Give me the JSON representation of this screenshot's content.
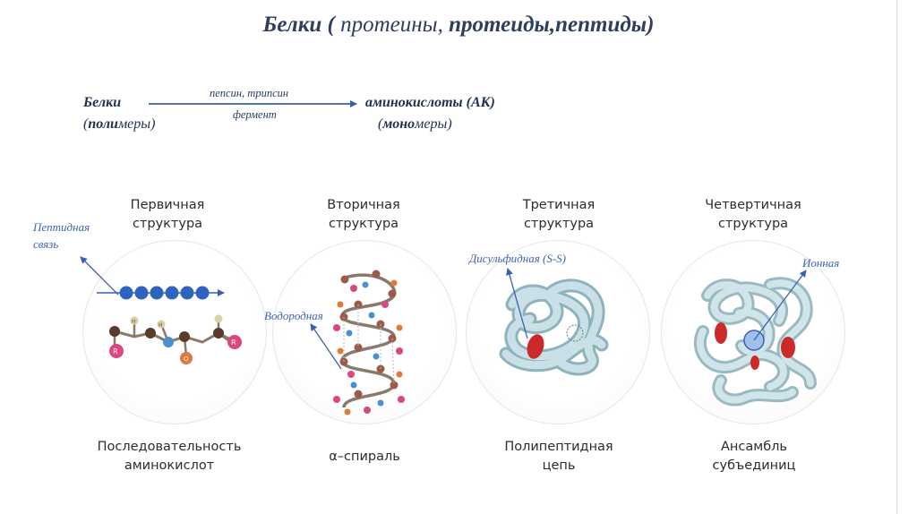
{
  "title": {
    "part1": "Белки ( ",
    "part2": "протеины, ",
    "part3": "протеиды,пептиды)"
  },
  "reaction": {
    "left_word": "Белки",
    "left_sub_open": "(",
    "left_sub_bold": "поли",
    "left_sub_rest": "меры)",
    "enzyme_names": "пепсин, трипсин",
    "enzyme_label": "фермент",
    "right_word": "аминокислоты (АК)",
    "right_sub_open": "(",
    "right_sub_bold": "моно",
    "right_sub_rest": "меры)"
  },
  "structures": [
    {
      "heading_line1": "Первичная",
      "heading_line2": "структура",
      "caption_line1": "Последовательность",
      "caption_line2": "аминокислот"
    },
    {
      "heading_line1": "Вторичная",
      "heading_line2": "структура",
      "caption_line1": "α–спираль",
      "caption_line2": ""
    },
    {
      "heading_line1": "Третичная",
      "heading_line2": "структура",
      "caption_line1": "Полипептидная",
      "caption_line2": "цепь"
    },
    {
      "heading_line1": "Четвертичная",
      "heading_line2": "структура",
      "caption_line1": "Ансамбль",
      "caption_line2": "субъединиц"
    }
  ],
  "annotations": {
    "peptide_line1": "Пептидная",
    "peptide_line2": "связь",
    "hydrogen": "Водородная",
    "disulfide": "Дисульфидная (S-S)",
    "ionic": "Ионная"
  },
  "atom_labels": {
    "r": "R",
    "h": "H",
    "o": "O"
  },
  "colors": {
    "title": "#2f3e5c",
    "annotation": "#3f63b3",
    "arrow": "#3a5fb0",
    "bead": "#2f63c0",
    "tube": "#b8d4dc",
    "disulfide_bond": "#cc2a2a",
    "ionic_node": "#9fc0e8"
  },
  "icons": [
    "peptide-chain-icon",
    "alpha-helix-icon",
    "tertiary-fold-icon",
    "quaternary-ensemble-icon"
  ]
}
